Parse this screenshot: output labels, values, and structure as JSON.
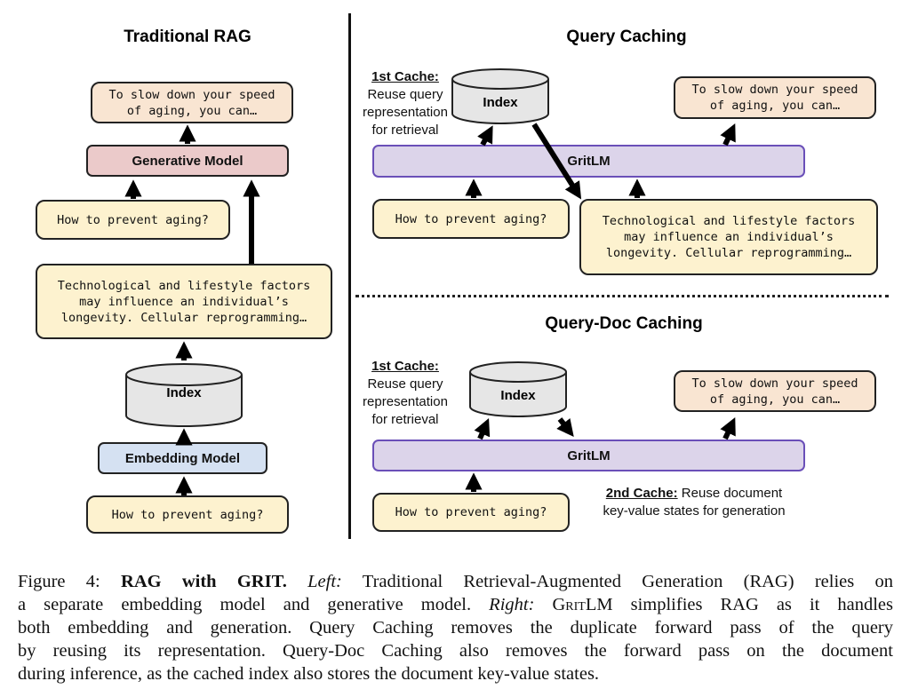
{
  "left": {
    "title": "Traditional RAG",
    "output_text": "To slow down your speed\nof aging, you can…",
    "generative_model": "Generative Model",
    "query_text": "How to prevent aging?",
    "document_text": "Technological and lifestyle factors\nmay influence an individual’s\nlongevity. Cellular reprogramming…",
    "index": "Index",
    "embedding_model": "Embedding Model",
    "bottom_query_text": "How to prevent aging?"
  },
  "query_caching": {
    "title": "Query Caching",
    "cache_label": "1st Cache:",
    "cache_desc": "Reuse query\nrepresentation\nfor retrieval",
    "index": "Index",
    "output_text": "To slow down your speed\nof aging, you can…",
    "model": "GritLM",
    "query_text": "How to prevent aging?",
    "document_text": "Technological and lifestyle factors\nmay influence an individual’s\nlongevity. Cellular reprogramming…"
  },
  "query_doc_caching": {
    "title": "Query-Doc Caching",
    "cache_label": "1st Cache:",
    "cache_desc": "Reuse query\nrepresentation\nfor retrieval",
    "index": "Index",
    "output_text": "To slow down your speed\nof aging, you can…",
    "model": "GritLM",
    "query_text": "How to prevent aging?",
    "cache2_label": "2nd Cache:",
    "cache2_desc_1": " Reuse document",
    "cache2_desc_2": "key-value states for generation"
  },
  "colors": {
    "output_box": "#f9e5d2",
    "input_box": "#fdf2cf",
    "generative_model": "#ebcaca",
    "embedding_model": "#d5e1f2",
    "gritlm_fill": "#dcd4ea",
    "gritlm_border": "#6a4fb8",
    "index": "#e6e6e6"
  },
  "caption": {
    "fig": "Figure 4: ",
    "bold": "RAG with GRIT.",
    "left_label": "Left:",
    "l1_rest": " Traditional Retrieval-Augmented Generation (RAG) relies on",
    "l2_a": "a separate embedding model and generative model. ",
    "right_label": "Right:",
    "gritlm": "GritLM",
    "l2_b": " simplifies RAG as it handles",
    "l3": "both embedding and generation. Query Caching removes the duplicate forward pass of the query",
    "l4": "by reusing its representation. Query-Doc Caching also removes the forward pass on the document",
    "l5": "during inference, as the cached index also stores the document key-value states."
  }
}
